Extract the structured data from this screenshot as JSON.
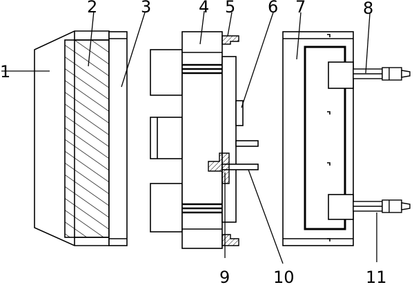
{
  "colors": {
    "stroke": "#000000",
    "background": "#ffffff"
  },
  "labels": [
    {
      "id": "1",
      "text": "1"
    },
    {
      "id": "2",
      "text": "2"
    },
    {
      "id": "3",
      "text": "3"
    },
    {
      "id": "4",
      "text": "4"
    },
    {
      "id": "5",
      "text": "5"
    },
    {
      "id": "6",
      "text": "6"
    },
    {
      "id": "7",
      "text": "7"
    },
    {
      "id": "8",
      "text": "8"
    },
    {
      "id": "9",
      "text": "9"
    },
    {
      "id": "10",
      "text": "10"
    },
    {
      "id": "11",
      "text": "11"
    }
  ]
}
